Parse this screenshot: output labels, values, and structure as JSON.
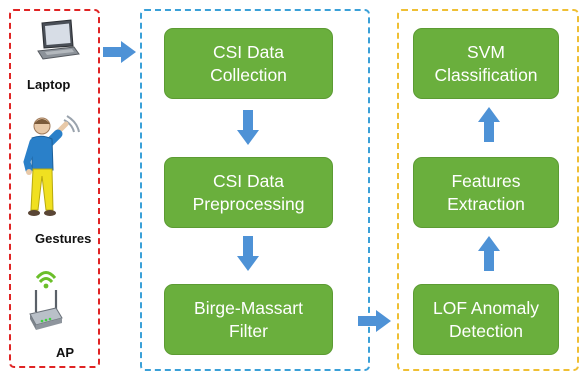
{
  "devices": {
    "laptop": "Laptop",
    "gestures": "Gestures",
    "ap": "AP"
  },
  "pipeline": {
    "collection": "CSI Data\nCollection",
    "preprocessing": "CSI Data\nPreprocessing",
    "filter": "Birge-Massart\nFilter"
  },
  "analysis": {
    "lof": "LOF Anomaly\nDetection",
    "features": "Features\nExtraction",
    "svm": "SVM\nClassification"
  },
  "colors": {
    "box_fill": "#6aaf3d",
    "arrow": "#4e92d6",
    "left_border": "#e02424",
    "mid_border": "#3aa0d8",
    "right_border": "#efbf33"
  }
}
